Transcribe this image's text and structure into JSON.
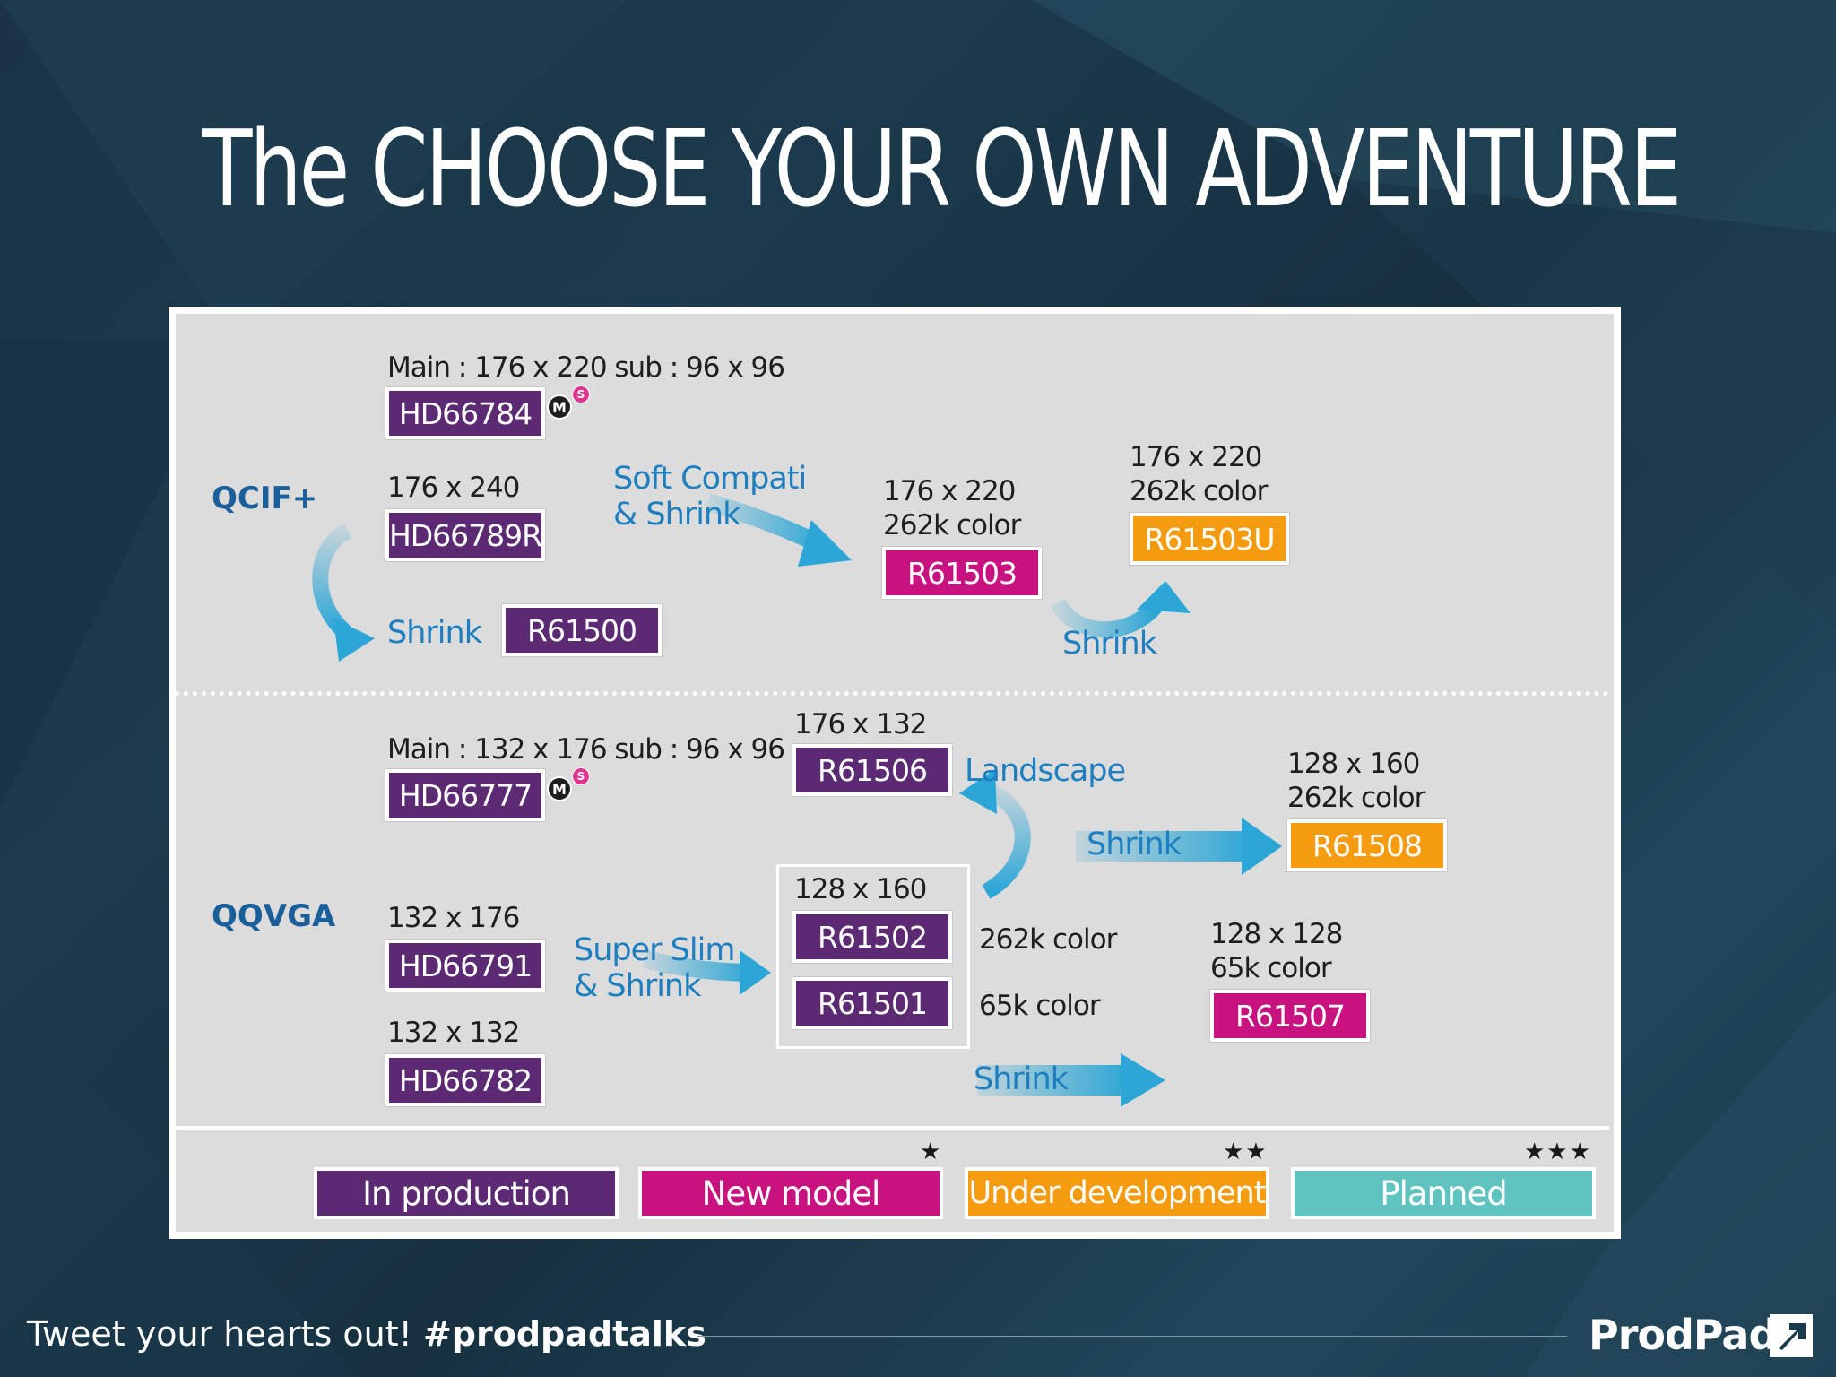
{
  "slide": {
    "title": "The CHOOSE YOUR OWN ADVENTURE"
  },
  "diagram": {
    "groups": {
      "qcif": "QCIF+",
      "qqvga": "QQVGA"
    },
    "badges": {
      "m": "M",
      "s": "S"
    },
    "top": {
      "hd66784_spec": "Main : 176 x 220   sub : 96 x 96",
      "hd66784": "HD66784",
      "hd66789r_spec": "176 x 240",
      "hd66789r": "HD66789R",
      "shrink_label": "Shrink",
      "r61500": "R61500",
      "soft_compat_label_1": "Soft Compati",
      "soft_compat_label_2": "& Shrink",
      "r61503_spec_1": "176 x 220",
      "r61503_spec_2": "262k color",
      "r61503": "R61503",
      "r61503u_spec_1": "176 x 220",
      "r61503u_spec_2": "262k color",
      "r61503u": "R61503U",
      "shrink_label_2": "Shrink"
    },
    "bottom": {
      "hd66777_spec": "Main : 132 x 176   sub : 96 x 96",
      "hd66777": "HD66777",
      "hd66791_spec": "132 x 176",
      "hd66791": "HD66791",
      "hd66782_spec": "132 x 132",
      "hd66782": "HD66782",
      "super_slim_1": "Super Slim",
      "super_slim_2": "& Shrink",
      "r61506_spec": "176 x 132",
      "r61506": "R61506",
      "landscape_label": "Landscape",
      "r61502_spec": "128 x 160",
      "r61502": "R61502",
      "r61501": "R61501",
      "color_262k": "262k color",
      "color_65k": "65k color",
      "shrink_label_3": "Shrink",
      "r61508_spec_1": "128 x 160",
      "r61508_spec_2": "262k color",
      "r61508": "R61508",
      "r61507_spec_1": "128 x 128",
      "r61507_spec_2": "65k color",
      "r61507": "R61507",
      "shrink_label_4": "Shrink"
    },
    "legend": {
      "production": "In production",
      "new_model": "New model",
      "new_model_stars": "★",
      "under_dev": "Under development",
      "under_dev_stars": "★★",
      "planned": "Planned",
      "planned_stars": "★★★"
    },
    "colors": {
      "production": "#5c2a72",
      "new_model": "#c8127f",
      "under_dev": "#f49b10",
      "planned": "#5fc3c0",
      "arrow": "#2ba6d6",
      "flow_label": "#1d7fbf",
      "group_label": "#1a5f9a"
    }
  },
  "footer": {
    "tweet_text": "Tweet your hearts out!",
    "hashtag": "#prodpadtalks",
    "logo": "ProdPad"
  }
}
